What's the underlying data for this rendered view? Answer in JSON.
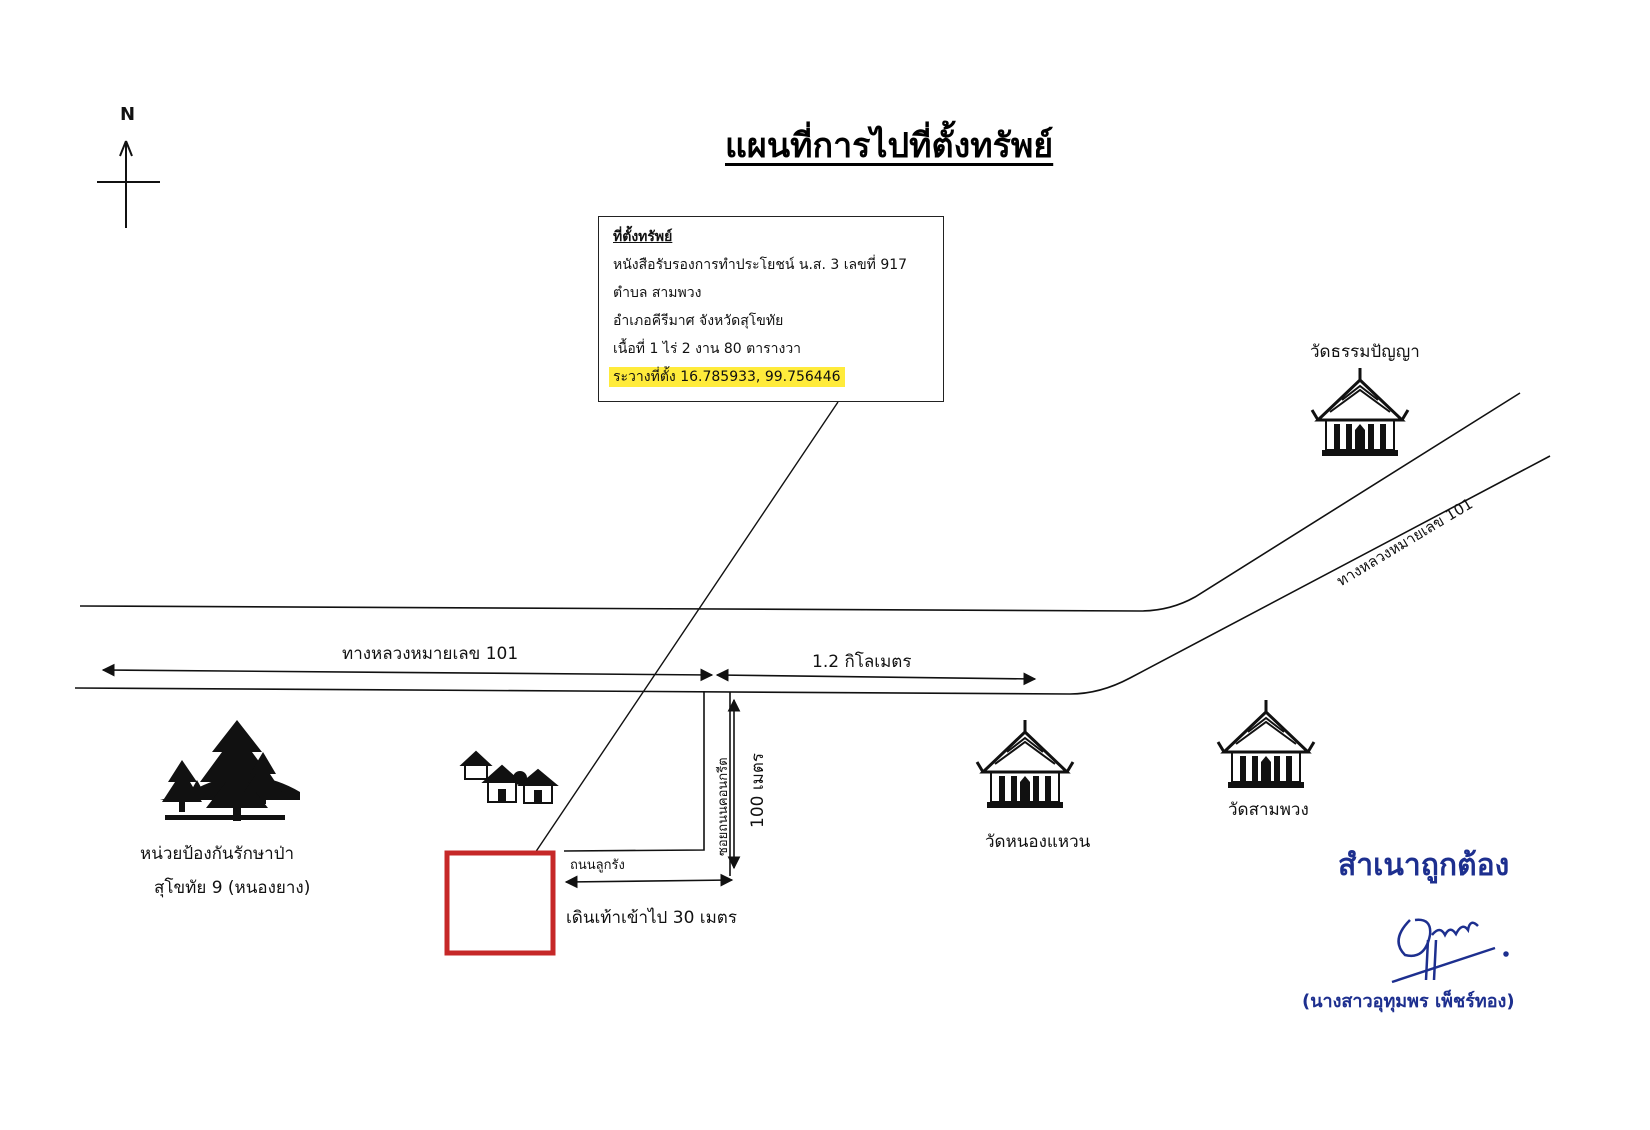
{
  "title": "แผนที่การไปที่ตั้งทรัพย์",
  "compass": {
    "north_label": "N"
  },
  "info_box": {
    "heading": "ที่ตั้งทรัพย์",
    "line1": "หนังสือรับรองการทำประโยชน์ น.ส. 3 เลขที่ 917",
    "line2": "ตำบล สามพวง",
    "line3": "อำเภอคีรีมาศ  จังหวัดสุโขทัย",
    "line4": "เนื้อที่ 1 ไร่  2 งาน  80 ตารางวา",
    "coords": "ระวางที่ตั้ง 16.785933, 99.756446",
    "highlight_color": "#ffeb3b"
  },
  "roads": {
    "highway_label_left": "ทางหลวงหมายเลข 101",
    "highway_label_right": "ทางหลวงหมายเลข 101",
    "distance_label": "1.2 กิโลเมตร",
    "concrete_road_label": "ซอยถนนคอนกรีต",
    "concrete_road_distance": "100 เมตร",
    "laterite_road_label": "ถนนลูกรัง",
    "walk_label": "เดินเท้าเข้าไป 30 เมตร"
  },
  "landmarks": {
    "forest": {
      "line1": "หน่วยป้องกันรักษาป่า",
      "line2": "สุโขทัย 9 (หนองยาง)",
      "icon": "forest-icon"
    },
    "village": {
      "icon": "houses-icon"
    },
    "temple_nong_waen": {
      "label": "วัดหนองแหวน",
      "icon": "temple-icon"
    },
    "temple_sam_phuang": {
      "label": "วัดสามพวง",
      "icon": "temple-icon"
    },
    "temple_tham_panya": {
      "label": "วัดธรรมปัญญา",
      "icon": "temple-icon"
    }
  },
  "property": {
    "outline_color": "#d32f2f"
  },
  "certification": {
    "stamp_text": "สำเนาถูกต้อง",
    "signer": "(นางสาวอุทุมพร  เพ็ชร์ทอง)",
    "ink_color": "#1d2f8f"
  }
}
